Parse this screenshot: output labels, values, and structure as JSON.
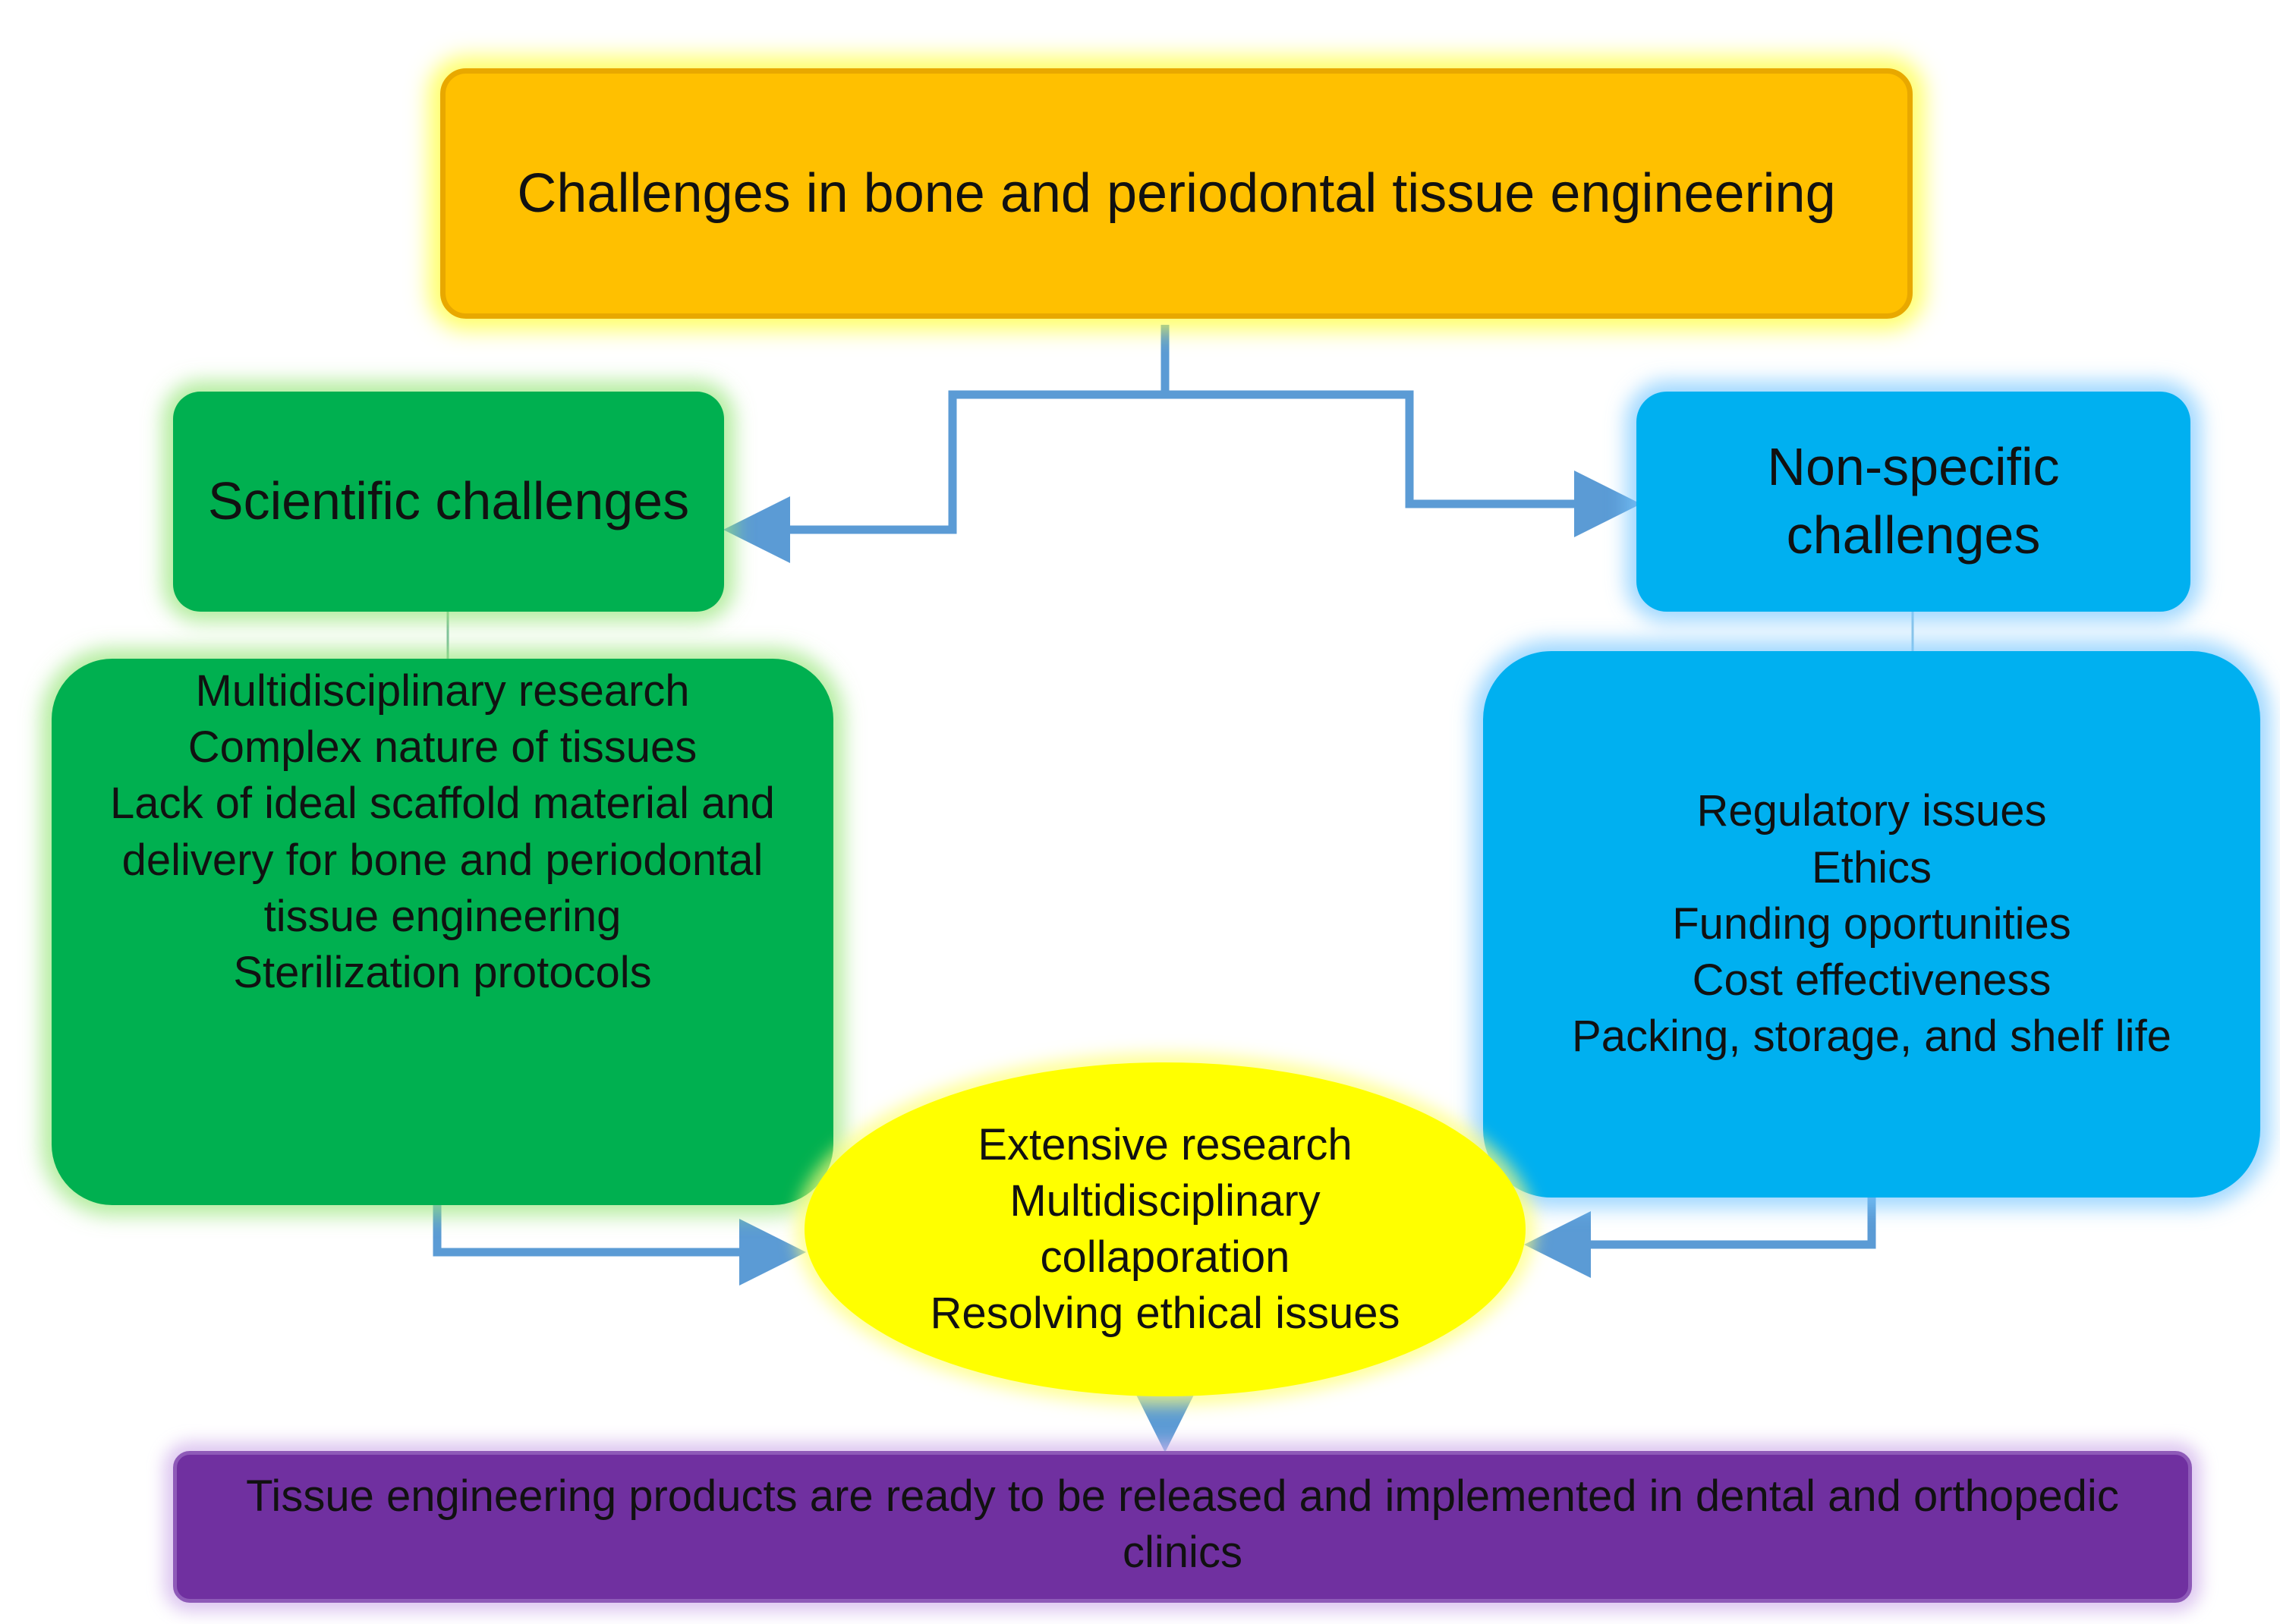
{
  "title": "Challenges in bone and periodontal tissue engineering",
  "scientific": {
    "heading": "Scientific challenges",
    "items": [
      "Multidisciplinary  research",
      "Complex nature of tissues",
      "Lack of ideal scaffold material and",
      "delivery for bone and periodontal",
      "tissue engineering",
      "Sterilization protocols"
    ]
  },
  "nonspecific": {
    "heading_lines": [
      "Non-specific",
      "challenges"
    ],
    "items": [
      "Regulatory issues",
      "Ethics",
      "Funding oportunities",
      "Cost effectiveness",
      "Packing, storage, and shelf life"
    ]
  },
  "solution": {
    "items": [
      "Extensive research",
      "Multidisciplinary",
      "collaporation",
      "Resolving ethical issues"
    ]
  },
  "outcome": {
    "lines": [
      "Tissue engineering products are ready to be released and implemented in dental and orthopedic",
      "clinics"
    ]
  },
  "colors": {
    "title_fill": "#FFC000",
    "scientific_fill": "#00B050",
    "nonspecific_fill": "#00B0F0",
    "solution_fill": "#FFFF00",
    "outcome_fill": "#7030A0",
    "connector": "#5B9BD5"
  }
}
